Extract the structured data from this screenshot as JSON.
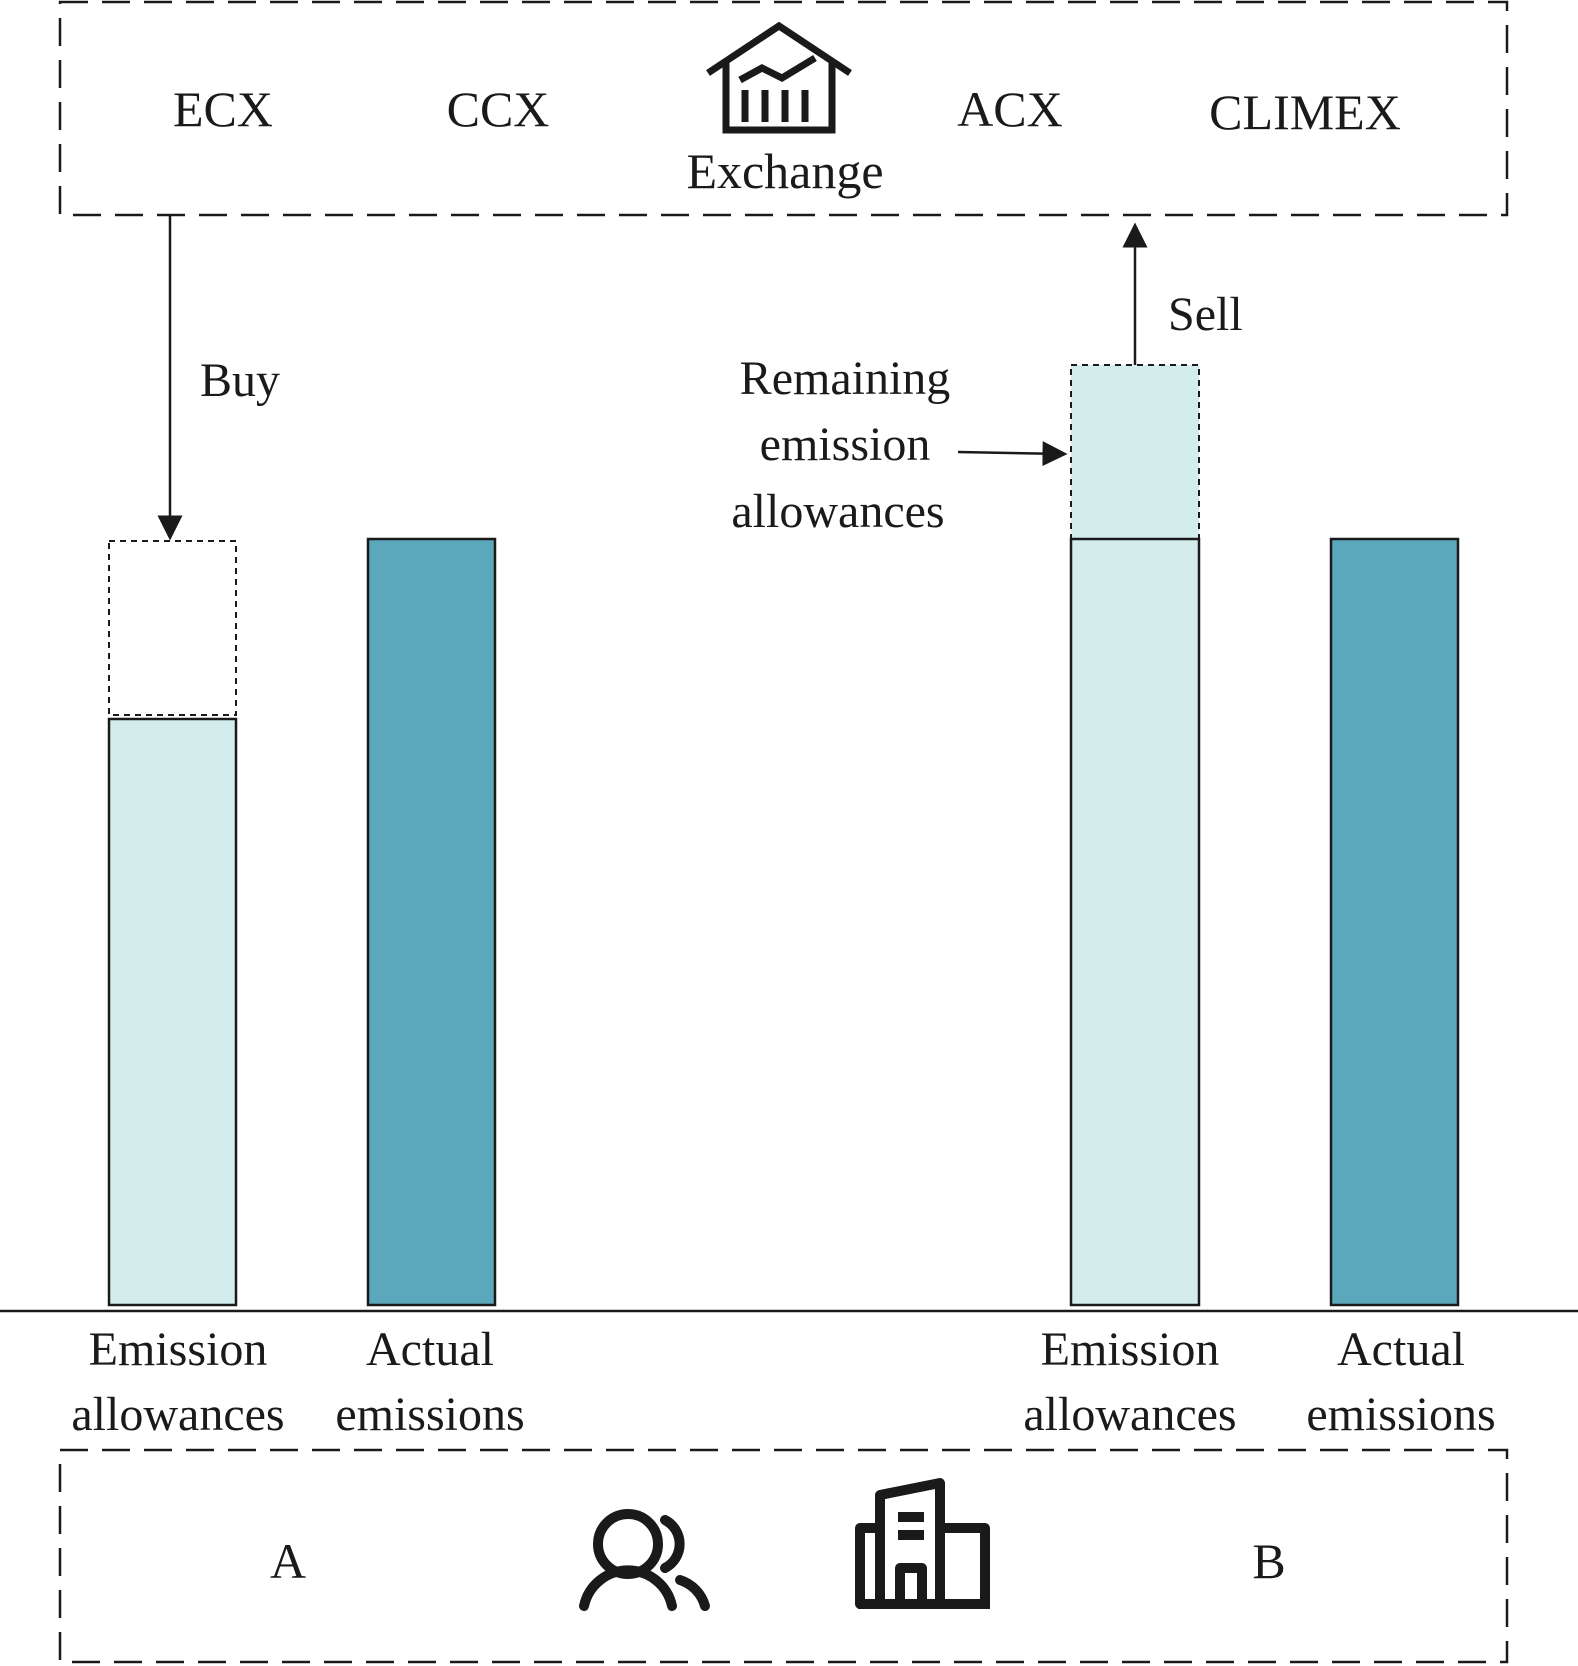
{
  "exchange": {
    "markets": [
      "ECX",
      "CCX",
      "ACX",
      "CLIMEX"
    ],
    "label": "Exchange",
    "icon": "exchange-building-chart-icon"
  },
  "actions": {
    "buy": "Buy",
    "sell": "Sell",
    "remaining_lines": [
      "Remaining",
      "emission",
      "allowances"
    ]
  },
  "bar_labels": {
    "allowances": [
      "Emission",
      "allowances"
    ],
    "emissions": [
      "Actual",
      "emissions"
    ]
  },
  "companies": {
    "left": "A",
    "right": "B",
    "icons": [
      "users-icon",
      "office-building-icon"
    ]
  },
  "colors": {
    "allowance_fill": "#d3ecec",
    "emission_fill": "#5ba7bb",
    "line": "#1a1a1a"
  }
}
